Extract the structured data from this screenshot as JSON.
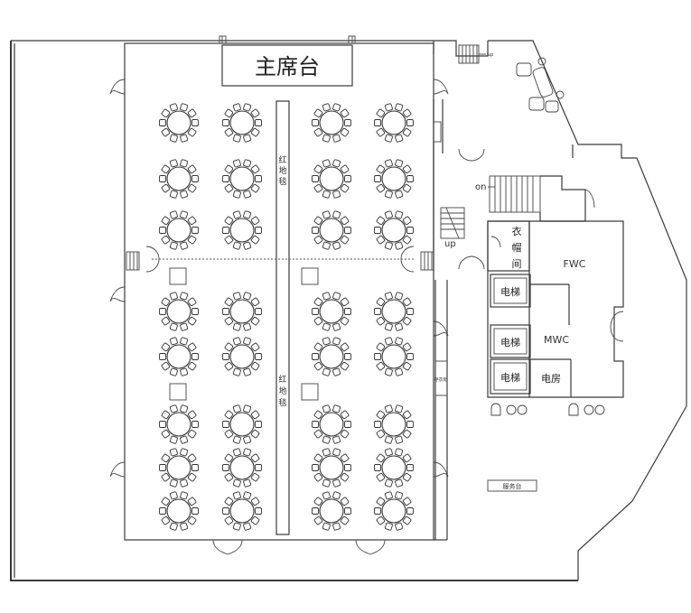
{
  "labels": {
    "stage": "主席台",
    "carpet_char_1": "红",
    "carpet_char_2": "地",
    "carpet_char_3": "毯",
    "stair_down": "on",
    "stair_up": "up",
    "stair_mark_top": "up",
    "cloakroom_1": "衣",
    "cloakroom_2": "帽",
    "cloakroom_3": "间",
    "elevator": "电梯",
    "fwc": "FWC",
    "mwc": "MWC",
    "electrical_room": "电房",
    "side_desk": "存衣处",
    "reception_desk": "服务台"
  }
}
